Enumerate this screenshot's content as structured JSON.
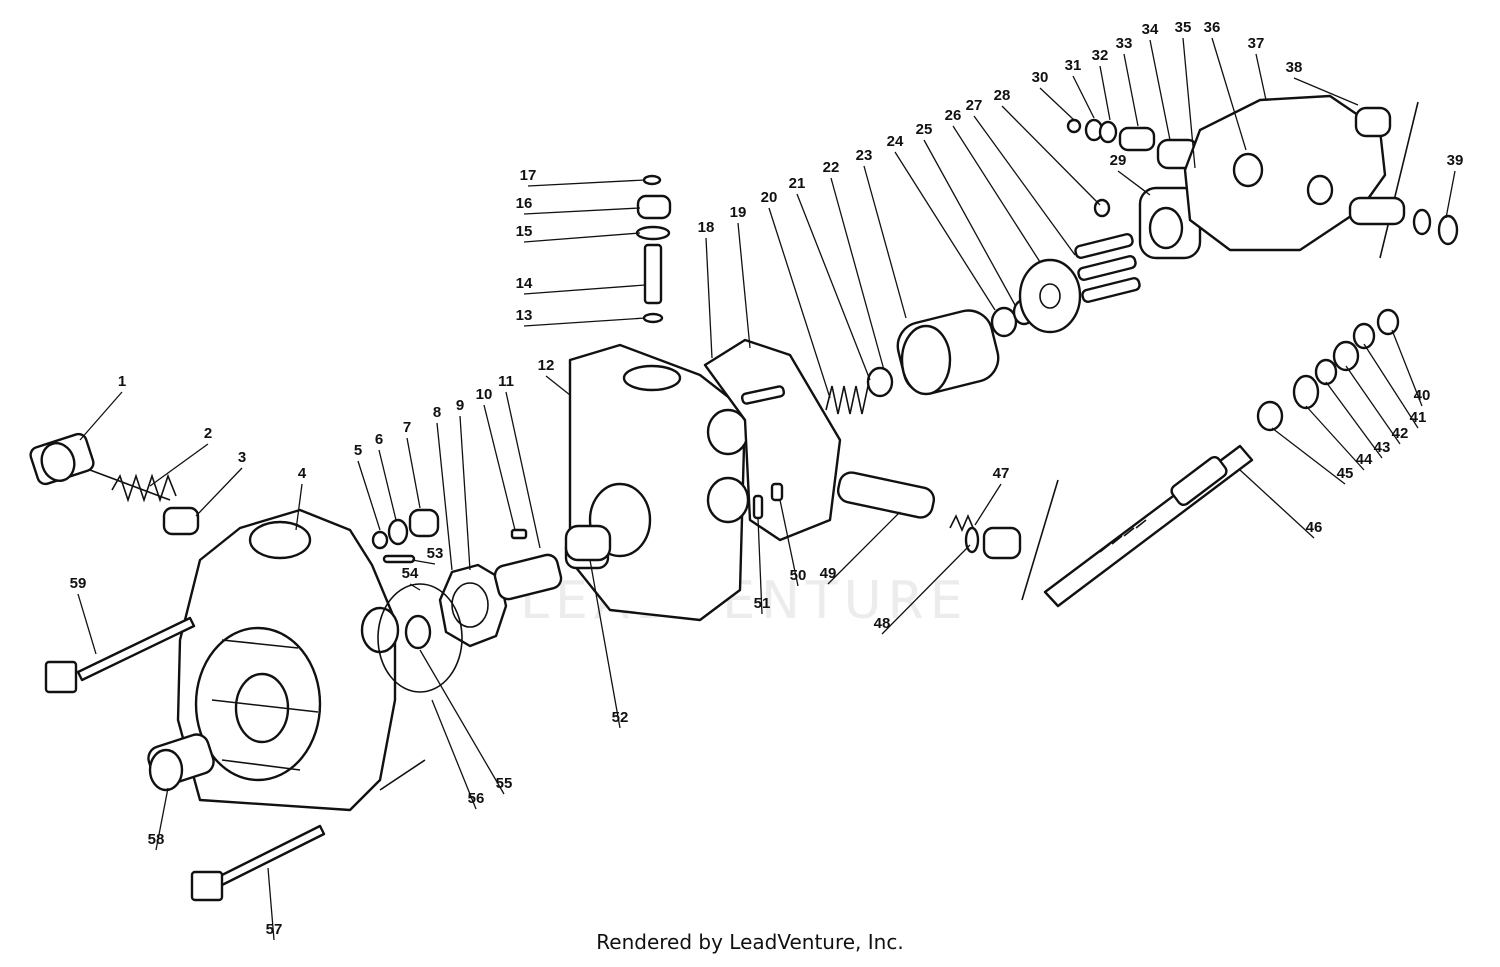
{
  "watermark": "LEADVENTURE",
  "caption": "Rendered by LeadVenture, Inc.",
  "callouts": [
    "1",
    "2",
    "3",
    "4",
    "5",
    "6",
    "7",
    "8",
    "9",
    "10",
    "11",
    "12",
    "13",
    "14",
    "15",
    "16",
    "17",
    "18",
    "19",
    "20",
    "21",
    "22",
    "23",
    "24",
    "25",
    "26",
    "27",
    "28",
    "29",
    "30",
    "31",
    "32",
    "33",
    "34",
    "35",
    "36",
    "37",
    "38",
    "39",
    "40",
    "41",
    "42",
    "43",
    "44",
    "45",
    "46",
    "47",
    "48",
    "49",
    "50",
    "51",
    "52",
    "53",
    "54",
    "55",
    "56",
    "57",
    "58",
    "59"
  ]
}
